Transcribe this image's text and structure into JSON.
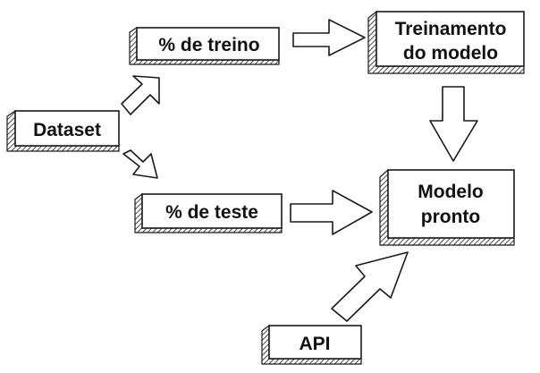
{
  "nodes": {
    "dataset": "Dataset",
    "treino": "% de treino",
    "teste": "% de teste",
    "treinamento_line1": "Treinamento",
    "treinamento_line2": "do modelo",
    "modelo_line1": "Modelo",
    "modelo_line2": "pronto",
    "api": "API"
  }
}
